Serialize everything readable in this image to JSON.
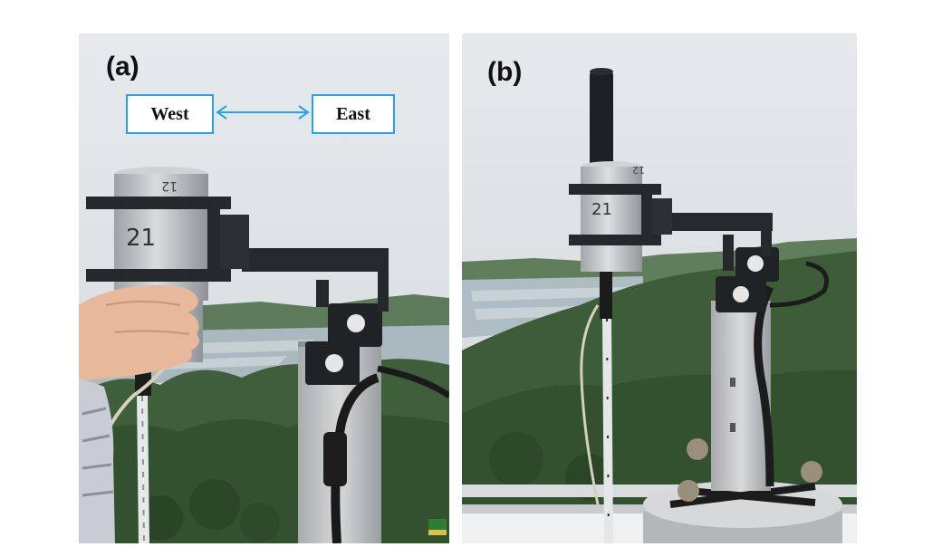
{
  "panels": {
    "a": {
      "label": "(a)",
      "directions": {
        "west": "West",
        "east": "East"
      },
      "sensor_markings": {
        "top": "12",
        "side": "21"
      }
    },
    "b": {
      "label": "(b)",
      "sensor_markings": {
        "top": "12",
        "side": "21"
      }
    }
  },
  "colors": {
    "sky": "#dde2e6",
    "forest": "#3f5e3a",
    "arrow_box": "#29a3e0",
    "bracket": "#26292c",
    "sensor": "#b9bcbe",
    "pole": "#c7c9cb"
  }
}
